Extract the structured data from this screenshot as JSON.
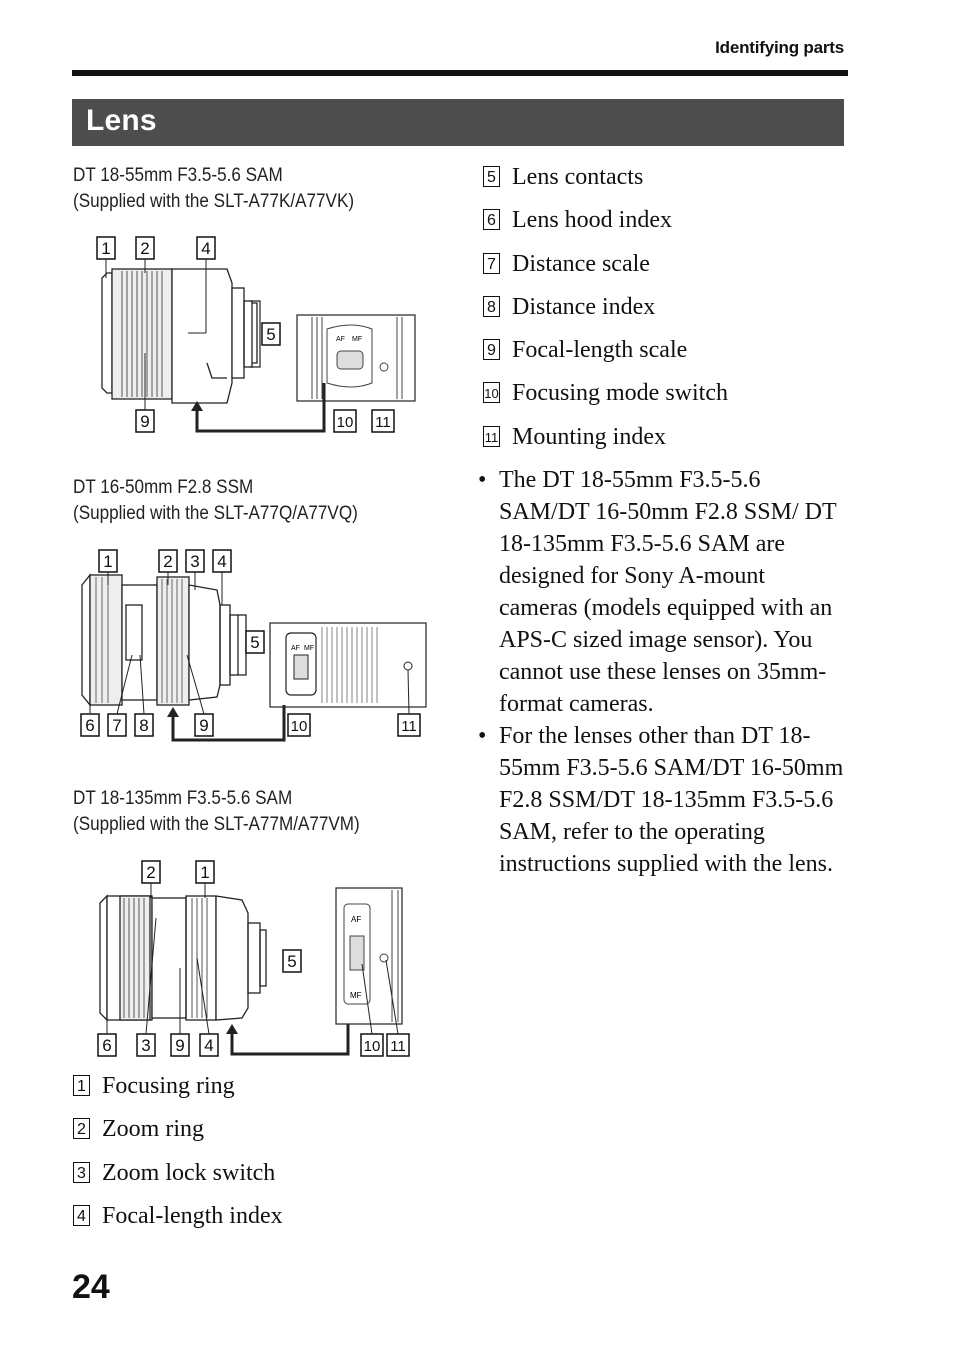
{
  "header": {
    "section": "Identifying parts"
  },
  "title": "Lens",
  "lenses": [
    {
      "name": "DT 18-55mm F3.5-5.6 SAM",
      "note": "(Supplied with the SLT-A77K/A77VK)"
    },
    {
      "name": "DT 16-50mm F2.8 SSM",
      "note": "(Supplied with the SLT-A77Q/A77VQ)"
    },
    {
      "name": "DT 18-135mm F3.5-5.6 SAM",
      "note": "(Supplied with the SLT-A77M/A77VM)"
    }
  ],
  "switch_labels": {
    "af": "AF",
    "mf": "MF"
  },
  "parts": [
    {
      "num": "1",
      "label": "Focusing ring"
    },
    {
      "num": "2",
      "label": "Zoom ring"
    },
    {
      "num": "3",
      "label": "Zoom lock switch"
    },
    {
      "num": "4",
      "label": "Focal-length index"
    },
    {
      "num": "5",
      "label": "Lens contacts"
    },
    {
      "num": "6",
      "label": "Lens hood index"
    },
    {
      "num": "7",
      "label": "Distance scale"
    },
    {
      "num": "8",
      "label": "Distance index"
    },
    {
      "num": "9",
      "label": "Focal-length scale"
    },
    {
      "num": "10",
      "label": "Focusing mode switch"
    },
    {
      "num": "11",
      "label": "Mounting index"
    }
  ],
  "bullets": [
    "The DT 18-55mm F3.5-5.6 SAM/DT 16-50mm F2.8 SSM/ DT 18-135mm F3.5-5.6 SAM are designed for Sony A-mount cameras (models equipped with an APS-C sized image sensor). You cannot use these lenses on 35mm-format cameras.",
    "For the lenses other than DT 18-55mm F3.5-5.6 SAM/DT 16-50mm F2.8 SSM/DT 18-135mm F3.5-5.6 SAM, refer to the operating instructions supplied with the lens."
  ],
  "page_number": "24"
}
